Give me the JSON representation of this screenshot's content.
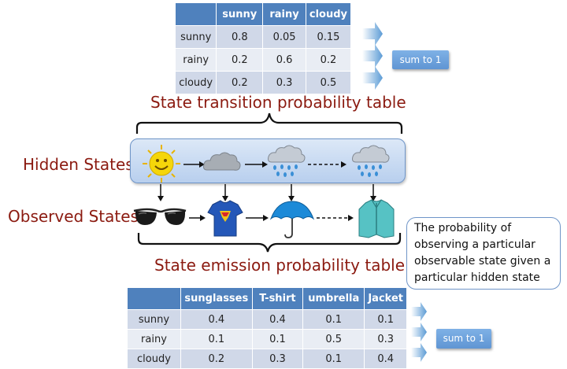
{
  "transition_table": {
    "headers": [
      "",
      "sunny",
      "rainy",
      "cloudy"
    ],
    "rows": [
      [
        "sunny",
        "0.8",
        "0.05",
        "0.15"
      ],
      [
        "rainy",
        "0.2",
        "0.6",
        "0.2"
      ],
      [
        "cloudy",
        "0.2",
        "0.3",
        "0.5"
      ]
    ]
  },
  "transition_title": "State transition probability table",
  "transition_sum_label": "sum to 1",
  "hidden_states_label": "Hidden States",
  "observed_states_label": "Observed  States",
  "hidden_states": [
    "sun-icon",
    "cloud-icon",
    "rain-cloud-icon",
    "rain-cloud-icon"
  ],
  "observed_states": [
    "sunglasses-icon",
    "tshirt-icon",
    "umbrella-icon",
    "jacket-icon"
  ],
  "emission_title": "State emission  probability table",
  "emission_table": {
    "headers": [
      "",
      "sunglasses",
      "T-shirt",
      "umbrella",
      "Jacket"
    ],
    "rows": [
      [
        "sunny",
        "0.4",
        "0.4",
        "0.1",
        "0.1"
      ],
      [
        "rainy",
        "0.1",
        "0.1",
        "0.5",
        "0.3"
      ],
      [
        "cloudy",
        "0.2",
        "0.3",
        "0.1",
        "0.4"
      ]
    ]
  },
  "emission_sum_label": "sum to 1",
  "callout_text": "The probability of observing a particular observable state given a particular hidden state",
  "colors": {
    "table_header": "#4f81bd",
    "row_dark": "#d0d8e8",
    "row_light": "#e9edf4",
    "title_red": "#8b1a10",
    "accent_blue": "#5b9bd5"
  }
}
